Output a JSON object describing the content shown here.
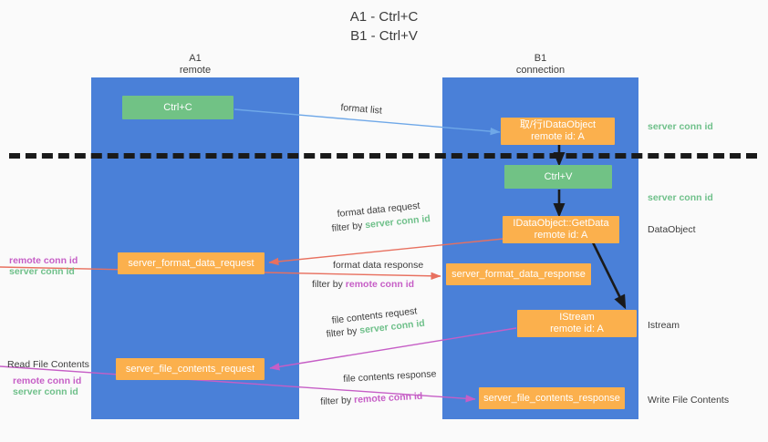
{
  "title": {
    "line1": "A1 - Ctrl+C",
    "line2": "B1 - Ctrl+V"
  },
  "colors": {
    "lane": "#4a80d8",
    "orange_box": "#fbb04d",
    "green_box": "#71c285",
    "green_text": "#6fc08a",
    "magenta_text": "#c65ec6",
    "blue_arrow": "#6fa8e8",
    "red_arrow": "#e8705f",
    "magenta_arrow": "#c65ec6",
    "dark_arrow": "#1a1a1a",
    "background": "#fafafa"
  },
  "lanes": [
    {
      "id": "a1",
      "title": "A1",
      "subtitle": "remote"
    },
    {
      "id": "b1",
      "title": "B1",
      "subtitle": "connection"
    }
  ],
  "boxes": [
    {
      "id": "ctrl-c",
      "style": "green",
      "line1": "Ctrl+C",
      "line2": ""
    },
    {
      "id": "set-idataobject",
      "style": "orange",
      "line1": "取/行IDataObject",
      "line2": "remote id: A"
    },
    {
      "id": "ctrl-v",
      "style": "green",
      "line1": "Ctrl+V",
      "line2": ""
    },
    {
      "id": "idataobject-getdata",
      "style": "orange",
      "line1": "IDataObject::GetData",
      "line2": "remote id: A"
    },
    {
      "id": "server-format-data-request",
      "style": "orange",
      "line1": "server_format_data_request",
      "line2": ""
    },
    {
      "id": "server-format-data-response",
      "style": "orange",
      "line1": "server_format_data_response",
      "line2": ""
    },
    {
      "id": "istream",
      "style": "orange",
      "line1": "IStream",
      "line2": "remote id: A"
    },
    {
      "id": "server-file-contents-request",
      "style": "orange",
      "line1": "server_file_contents_request",
      "line2": ""
    },
    {
      "id": "server-file-contents-response",
      "style": "orange",
      "line1": "server_file_contents_response",
      "line2": ""
    }
  ],
  "flow_labels": {
    "format_list": "format list",
    "format_data_request": "format data request",
    "format_data_response": "format data response",
    "file_contents_request": "file contents request",
    "file_contents_response": "file contents response",
    "filter_by": "filter by",
    "server_conn_id": "server conn id",
    "remote_conn_id": "remote conn id"
  },
  "right_labels": [
    {
      "id": "server-conn-id-1",
      "text": "server conn id",
      "style": "green"
    },
    {
      "id": "server-conn-id-2",
      "text": "server conn id",
      "style": "green"
    },
    {
      "id": "dataobject",
      "text": "DataObject",
      "style": "plain"
    },
    {
      "id": "istream-label",
      "text": "Istream",
      "style": "plain"
    },
    {
      "id": "write-file",
      "text": "Write File Contents",
      "style": "plain"
    }
  ],
  "left_labels": [
    {
      "id": "remote-conn-id-1",
      "text": "remote conn id",
      "style": "magenta"
    },
    {
      "id": "server-conn-id-3",
      "text": "server conn id",
      "style": "green"
    },
    {
      "id": "read-file",
      "text": "Read File Contents",
      "style": "plain"
    },
    {
      "id": "remote-conn-id-2",
      "text": "remote conn id",
      "style": "magenta"
    },
    {
      "id": "server-conn-id-4",
      "text": "server conn id",
      "style": "green"
    }
  ]
}
